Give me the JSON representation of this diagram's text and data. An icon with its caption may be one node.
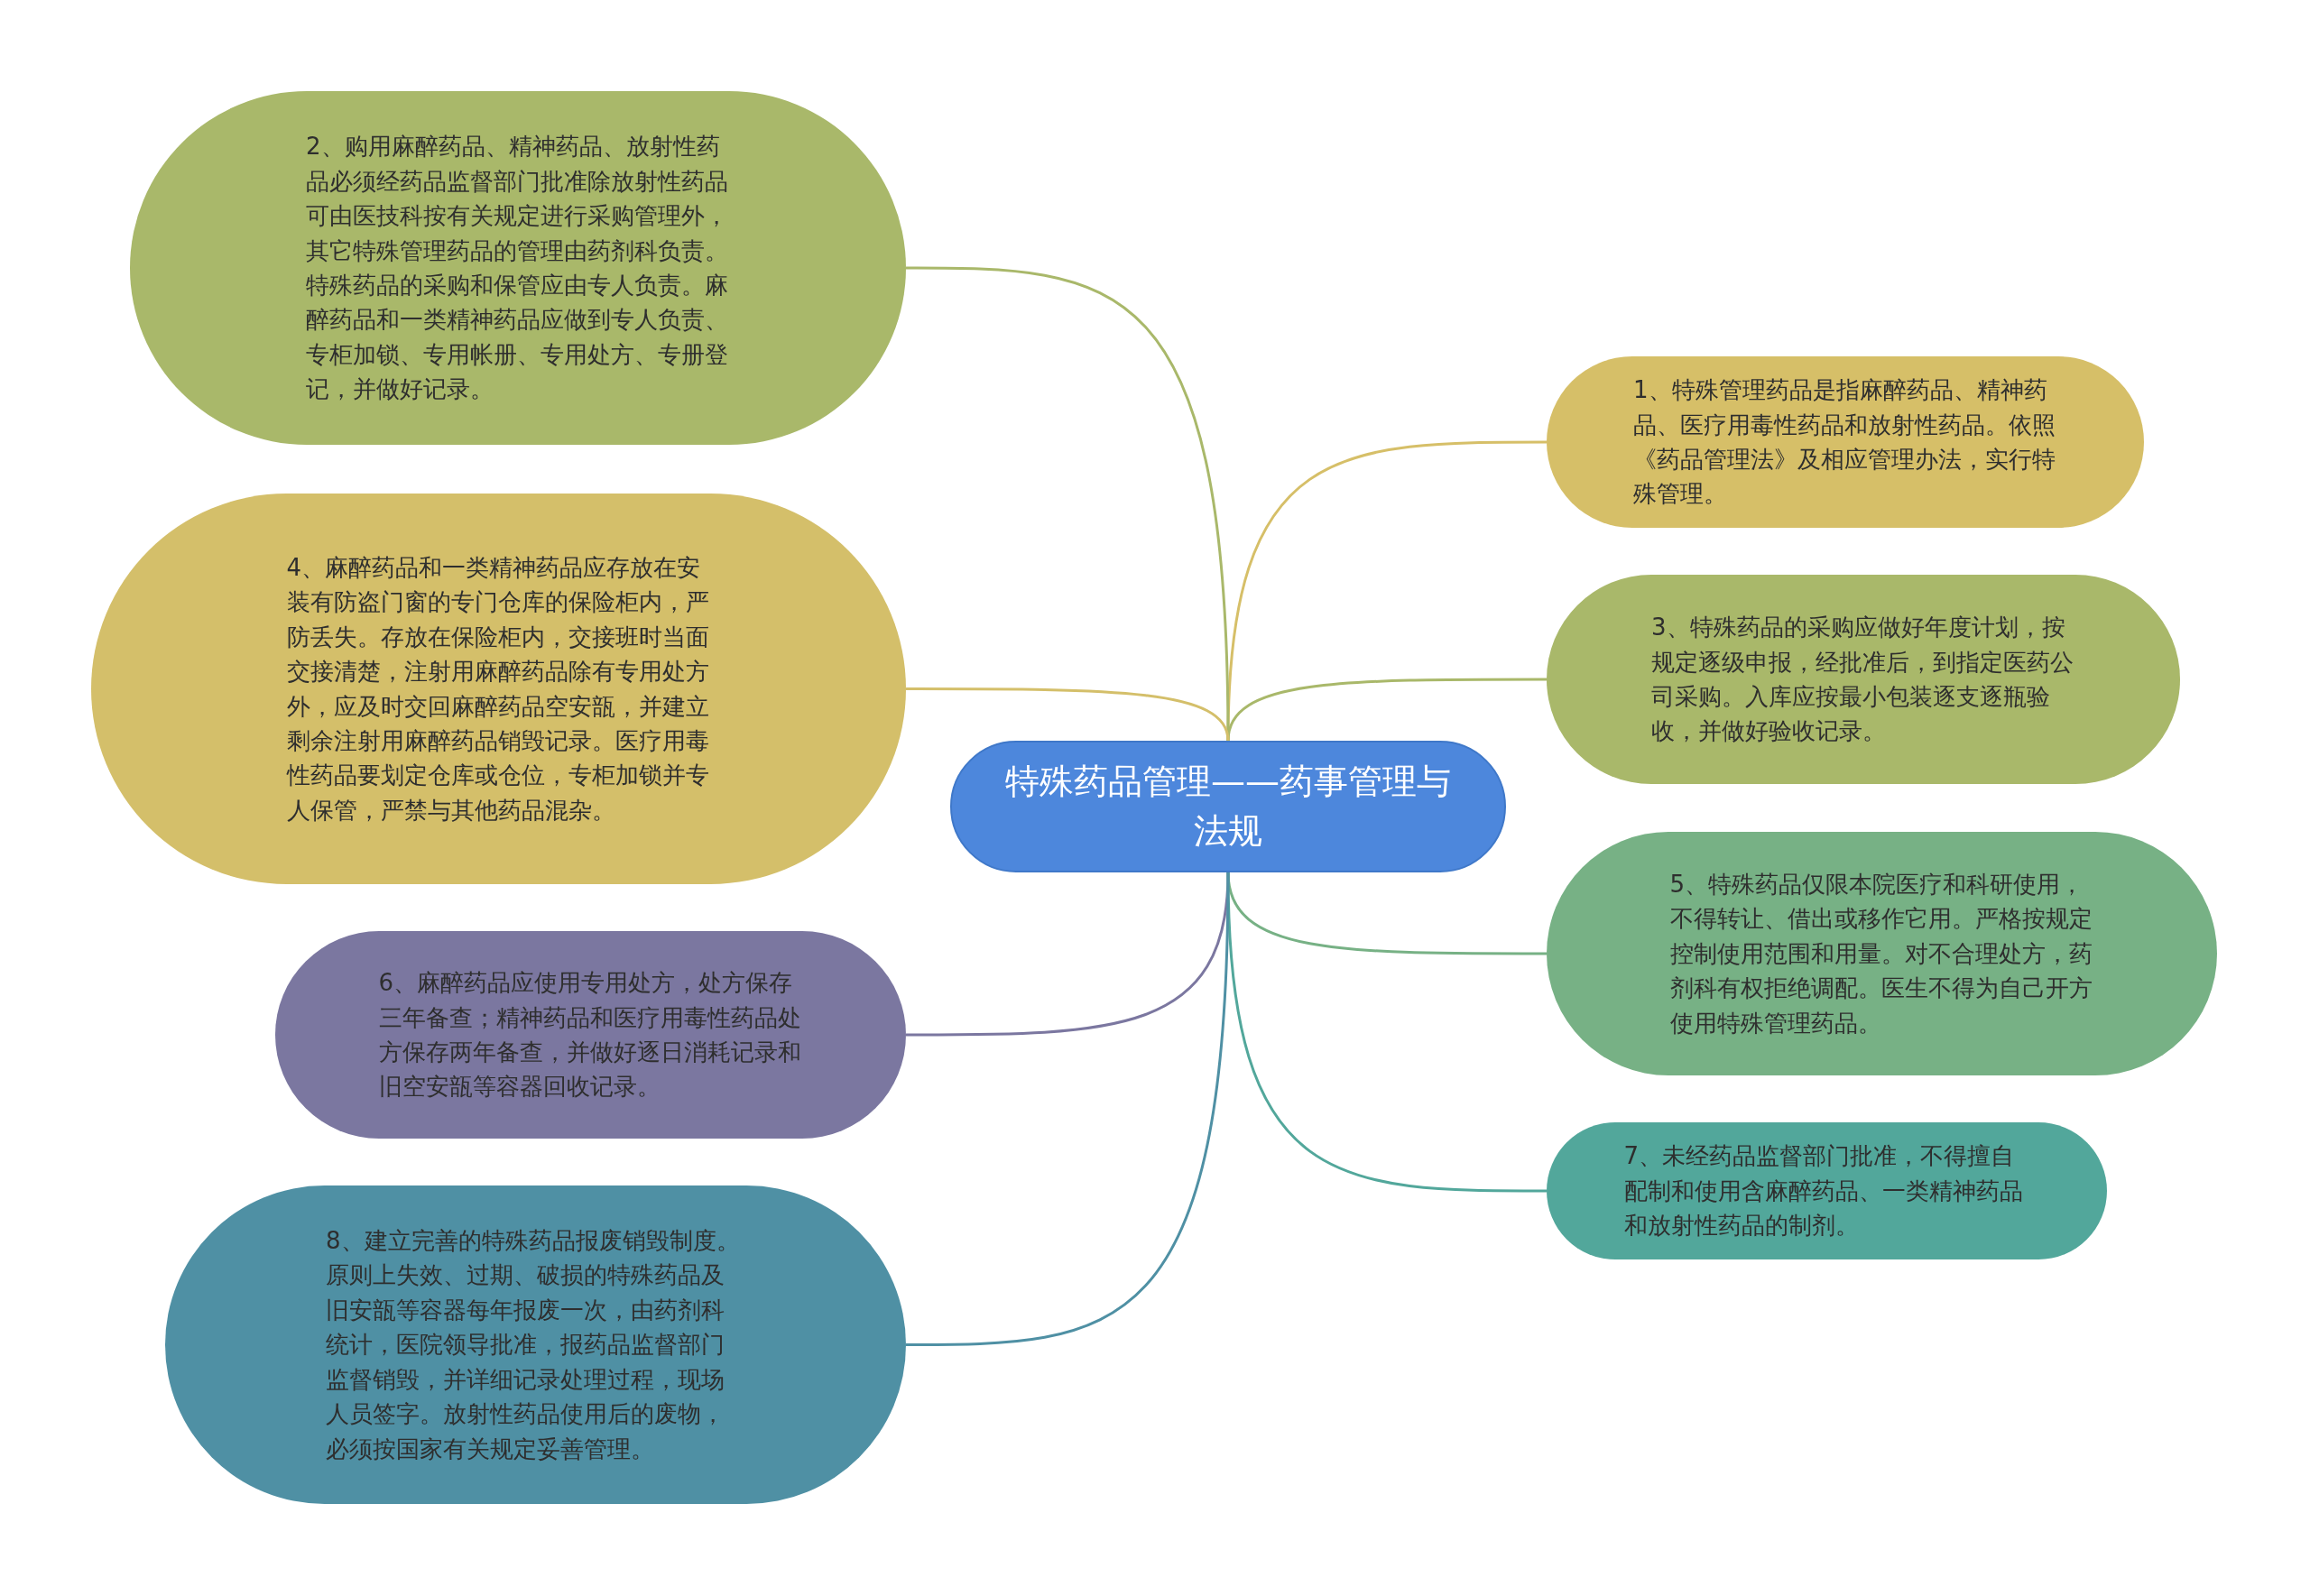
{
  "diagram": {
    "nodes": [
      {
        "text": [
          "特殊药品管理——药事管理与法规"
        ]
      },
      {
        "text": [
          "1、特殊管理药品是指麻醉药品、精神药品、医疗用毒性药品和放射性药品。依照《药品管理法》及相应管理办法，实行特殊管理。"
        ]
      },
      {
        "text": [
          "2、购用麻醉药品、精神药品、放射性药品必须经药品监督部门批准除放射性药品可由医技科按有关规定进行采购管理外，其它特殊管理药品的管理由药剂科负责。特殊药品的采购和保管应由专人负责。麻醉药品和一类精神药品应做到专人负责、专柜加锁、专用帐册、专用处方、专册登记，并做好记录。"
        ]
      },
      {
        "text": [
          "3、特殊药品的采购应做好年度计划，按规定逐级申报，经批准后，到指定医药公司采购。入库应按最小包装逐支逐瓶验收，并做好验收记录。"
        ]
      },
      {
        "text": [
          "4、麻醉药品和一类精神药品应存放在安装有防盗门窗的专门仓库的保险柜内，严防丢失。存放在保险柜内，交接班时当面交接清楚，注射用麻醉药品除有专用处方外，应及时交回麻醉药品空安瓿，并建立剩余注射用麻醉药品销毁记录。医疗用毒性药品要划定仓库或仓位，专柜加锁并专人保管，严禁与其他药品混杂。"
        ]
      },
      {
        "text": [
          "5、特殊药品仅限本院医疗和科研使用，不得转让、借出或移作它用。严格按规定控制使用范围和用量。对不合理处方，药剂科有权拒绝调配。医生不得为自己开方使用特殊管理药品。"
        ]
      },
      {
        "text": [
          "6、麻醉药品应使用专用处方，处方保存三年备查；精神药品和医疗用毒性药品处方保存两年备查，并做好逐日消耗记录和旧空安瓿等容器回收记录。"
        ]
      },
      {
        "text": [
          "7、未经药品监督部门批准，不得擅自配制和使用含麻醉药品、一类精神药品和放射性药品的制剂。"
        ]
      },
      {
        "text": [
          "8、建立完善的特殊药品报废销毁制度。原则上失效、过期、破损的特殊药品及旧安瓿等容器每年报废一次，由药剂科统计，医院领导批准，报药品监督部门监督销毁，并详细记录处理过程，现场人员签字。放射性药品使用后的废物，必须按国家有关规定妥善管理。"
        ]
      }
    ],
    "edges": [
      {
        "from": 0,
        "to": 1,
        "arrow": "none",
        "color": "#d6bf68"
      },
      {
        "from": 0,
        "to": 2,
        "arrow": "none",
        "color": "#a9b86a"
      },
      {
        "from": 0,
        "to": 3,
        "arrow": "none",
        "color": "#a9b86a"
      },
      {
        "from": 0,
        "to": 4,
        "arrow": "none",
        "color": "#d4bf6a"
      },
      {
        "from": 0,
        "to": 5,
        "arrow": "none",
        "color": "#77b185"
      },
      {
        "from": 0,
        "to": 6,
        "arrow": "none",
        "color": "#7b77a0"
      },
      {
        "from": 0,
        "to": 7,
        "arrow": "none",
        "color": "#52a79b"
      },
      {
        "from": 0,
        "to": 8,
        "arrow": "none",
        "color": "#4f90a4"
      }
    ]
  }
}
